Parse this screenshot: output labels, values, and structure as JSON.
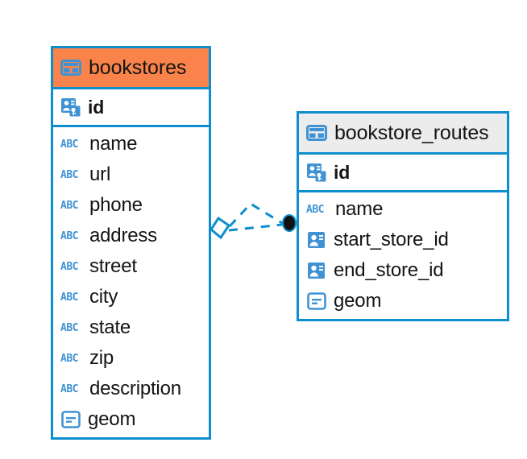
{
  "diagram": {
    "type": "entity-relationship-diagram",
    "background": "#ffffff",
    "accent_color": "#0d8ecf",
    "selected_header_color": "#f9834a",
    "header_color": "#ececec",
    "text_color": "#141414",
    "icon_color": "#3f93d4"
  },
  "tables": [
    {
      "name": "bookstores",
      "table_icon": "table-grid-icon",
      "selected": true,
      "primary_key": {
        "label": "id",
        "icon": "primary-key-icon",
        "type": "pk"
      },
      "fields": [
        {
          "label": "name",
          "icon": "text-abc-icon",
          "type": "text"
        },
        {
          "label": "url",
          "icon": "text-abc-icon",
          "type": "text"
        },
        {
          "label": "phone",
          "icon": "text-abc-icon",
          "type": "text"
        },
        {
          "label": "address",
          "icon": "text-abc-icon",
          "type": "text"
        },
        {
          "label": "street",
          "icon": "text-abc-icon",
          "type": "text"
        },
        {
          "label": "city",
          "icon": "text-abc-icon",
          "type": "text"
        },
        {
          "label": "state",
          "icon": "text-abc-icon",
          "type": "text"
        },
        {
          "label": "zip",
          "icon": "text-abc-icon",
          "type": "text"
        },
        {
          "label": "description",
          "icon": "text-abc-icon",
          "type": "text"
        },
        {
          "label": "geom",
          "icon": "geometry-icon",
          "type": "geometry"
        }
      ]
    },
    {
      "name": "bookstore_routes",
      "table_icon": "table-grid-icon",
      "selected": false,
      "primary_key": {
        "label": "id",
        "icon": "primary-key-icon",
        "type": "pk"
      },
      "fields": [
        {
          "label": "name",
          "icon": "text-abc-icon",
          "type": "text"
        },
        {
          "label": "start_store_id",
          "icon": "foreign-key-icon",
          "type": "fk"
        },
        {
          "label": "end_store_id",
          "icon": "foreign-key-icon",
          "type": "fk"
        },
        {
          "label": "geom",
          "icon": "geometry-icon",
          "type": "geometry"
        }
      ]
    }
  ],
  "relationship": {
    "style": "dashed",
    "color": "#0d8ecf",
    "source_marker": "rhombus-open",
    "target_marker": "filled-circle",
    "target_marker_color": "#111111",
    "from_table": "bookstores",
    "to_table": "bookstore_routes"
  },
  "abc_glyph": "ABC"
}
